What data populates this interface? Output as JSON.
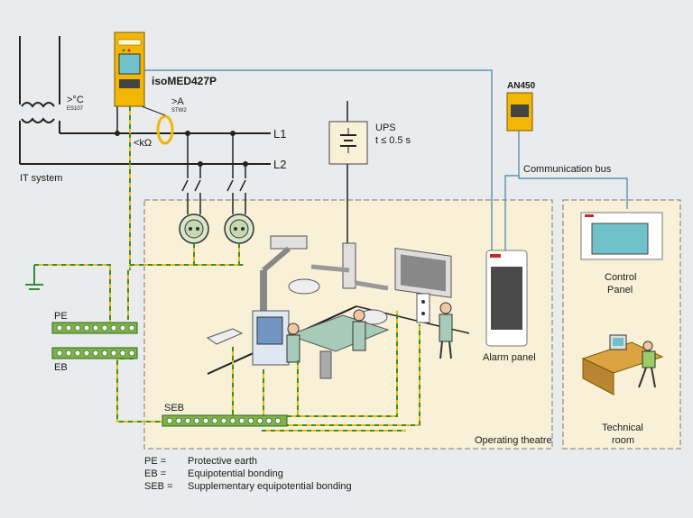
{
  "device": {
    "name": "isoMED427P"
  },
  "labels": {
    "temp": ">°C",
    "temp_sub": "ES107",
    "amp": ">A",
    "amp_sub": "STW2",
    "ohm": "<kΩ",
    "l1": "L1",
    "l2": "L2",
    "it_system": "IT system",
    "ups": "UPS",
    "ups_time": "t ≤ 0.5 s",
    "an450": "AN450",
    "comm_bus": "Communication bus",
    "alarm_panel": "Alarm panel",
    "control_panel_1": "Control",
    "control_panel_2": "Panel",
    "tech_room_1": "Technical",
    "tech_room_2": "room",
    "operating_theatre": "Operating theatre",
    "pe": "PE",
    "eb": "EB",
    "seb": "SEB"
  },
  "legend": [
    {
      "key": "PE =",
      "value": "Protective earth"
    },
    {
      "key": "EB =",
      "value": "Equipotential bonding"
    },
    {
      "key": "SEB =",
      "value": "Supplementary equipotential bonding"
    }
  ],
  "colors": {
    "yellow": "#f2b705",
    "green": "#2f8f3a",
    "bus": "#3d86a8",
    "room": "#f8f0d7",
    "screen": "#6fc2c9"
  }
}
